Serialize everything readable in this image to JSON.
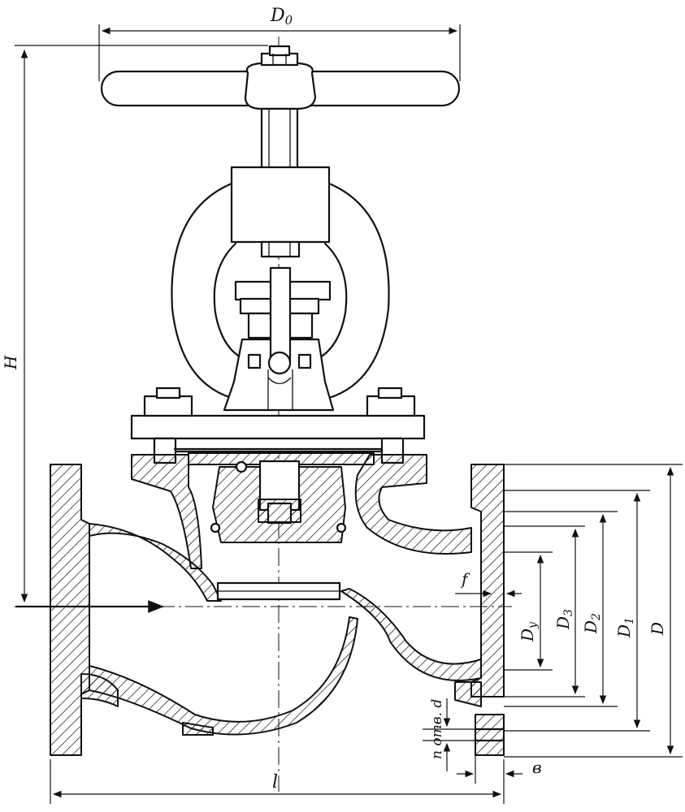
{
  "diagram": {
    "colors": {
      "ink": "#111111",
      "paper": "#ffffff"
    },
    "labels": {
      "D0": "D",
      "D0_sub": "0",
      "H": "H",
      "l": "l",
      "f": "f",
      "b": "в",
      "Dy": "D",
      "Dy_sub": "y",
      "D3": "D",
      "D3_sub": "3",
      "D2": "D",
      "D2_sub": "2",
      "D1": "D",
      "D1_sub": "1",
      "D": "D",
      "holes": "n отв. d"
    }
  }
}
